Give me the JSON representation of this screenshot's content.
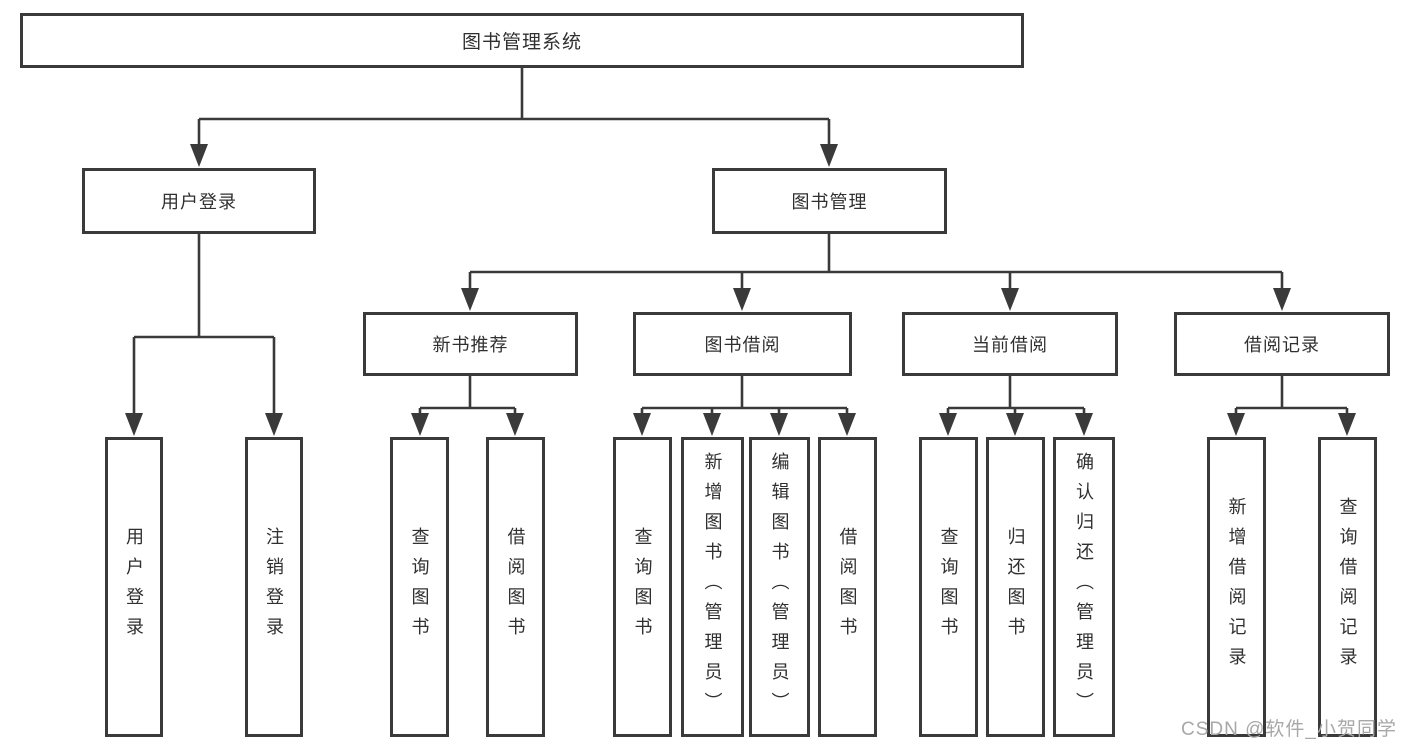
{
  "tree": {
    "root": "图书管理系统",
    "branches": [
      {
        "label": "用户登录",
        "leaves": [
          "用户登录",
          "注销登录"
        ]
      },
      {
        "label": "图书管理",
        "sections": [
          {
            "label": "新书推荐",
            "leaves": [
              "查询图书",
              "借阅图书"
            ]
          },
          {
            "label": "图书借阅",
            "leaves": [
              "查询图书",
              "新增图书（管理员）",
              "编辑图书（管理员）",
              "借阅图书"
            ]
          },
          {
            "label": "当前借阅",
            "leaves": [
              "查询图书",
              "归还图书",
              "确认归还（管理员）"
            ]
          },
          {
            "label": "借阅记录",
            "leaves": [
              "新增借阅记录",
              "查询借阅记录"
            ]
          }
        ]
      }
    ]
  },
  "watermark": "CSDN @软件_小贺同学",
  "colors": {
    "line": "#3a3a3a",
    "text": "#303030",
    "watermark": "#a8a8a8",
    "background": "#ffffff"
  }
}
